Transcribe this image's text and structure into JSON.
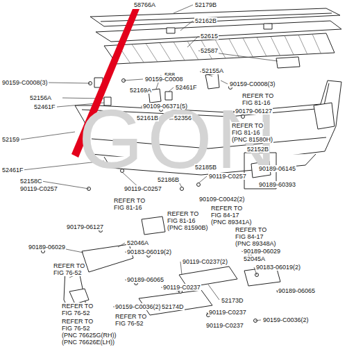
{
  "diagram": {
    "labels": [
      "GON",
      "58766A",
      "52179B",
      "52162B",
      "52615",
      "52587",
      "588",
      "90159-C0008(3)",
      "90159-C0008",
      "52155A",
      "90159-C0008(3)",
      "52169A",
      "52461F",
      "REFER TO",
      "FIG 81-16",
      "90179-06127",
      "52156A",
      "52461F",
      "90109-06371(5)",
      "52161B",
      "52356",
      "REFER TO",
      "FIG 81-16",
      "(PNC 81580H)",
      "52159",
      "52152B",
      "90189-06145",
      "90189-60393",
      "52461F",
      "52158C",
      "52185B",
      "90119-C0257",
      "52186B",
      "90119-C0257",
      "90119-C0257",
      "90109-C0042(2)",
      "REFER TO",
      "FIG 81-16",
      "REFER TO",
      "FIG 84-17",
      "(PNC 89341A)",
      "REFER TO",
      "FIG 84-17",
      "(PNC 89348A)",
      "90189-06029",
      "52045A",
      "90183-06019(2)",
      "REFER TO",
      "FIG 81-16",
      "(PNC 81590B)",
      "90179-06127",
      "90189-06029",
      "52046A",
      "90183-06019(2)",
      "90119-C0237(2)",
      "REFER TO",
      "FIG 76-52",
      "90189-06065",
      "90119-C0237",
      "90189-06065",
      "52173D",
      "90159-C0036(2)",
      "52174D",
      "90119-C0237",
      "REFER TO",
      "FIG 76-52",
      "90159-C0036(2)",
      "REFER TO",
      "FIG 76-52",
      "90119-C0237",
      "REFER TO",
      "FIG 76-52",
      "(PNC 76625G(RH))",
      "(PNC 76626E(LH))"
    ]
  }
}
